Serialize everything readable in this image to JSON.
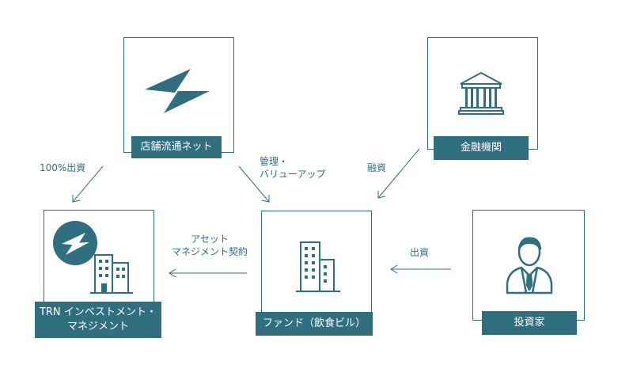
{
  "colors": {
    "primary": "#2f6f80",
    "background": "#ffffff"
  },
  "nodes": {
    "store_network": {
      "label": "店舗流通ネット",
      "icon": "store-network-logo-icon"
    },
    "financial_institution": {
      "label": "金融機関",
      "icon": "bank-icon"
    },
    "trn_investment": {
      "label": "TRN インベストメント・\nマネジメント",
      "icon": "trn-logo-building-icon"
    },
    "fund": {
      "label": "ファンド（飲食ビル）",
      "icon": "office-building-icon"
    },
    "investor": {
      "label": "投資家",
      "icon": "investor-person-icon"
    }
  },
  "edges": {
    "investment_100": "100%出資",
    "management_value_up": "管理・\nバリューアップ",
    "financing": "融資",
    "asset_management_contract": "アセット\nマネジメント契約",
    "investment": "出資"
  }
}
